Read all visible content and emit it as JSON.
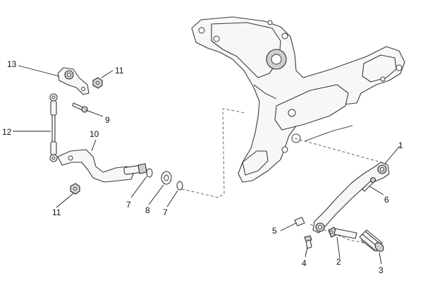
{
  "diagram": {
    "callouts": [
      {
        "id": "c1",
        "number": "1"
      },
      {
        "id": "c2",
        "number": "2"
      },
      {
        "id": "c3",
        "number": "3"
      },
      {
        "id": "c4",
        "number": "4"
      },
      {
        "id": "c5",
        "number": "5"
      },
      {
        "id": "c6",
        "number": "6"
      },
      {
        "id": "c7a",
        "number": "7"
      },
      {
        "id": "c7b",
        "number": "7"
      },
      {
        "id": "c8",
        "number": "8"
      },
      {
        "id": "c9",
        "number": "9"
      },
      {
        "id": "c10",
        "number": "10"
      },
      {
        "id": "c11a",
        "number": "11"
      },
      {
        "id": "c11b",
        "number": "11"
      },
      {
        "id": "c12",
        "number": "12"
      },
      {
        "id": "c13",
        "number": "13"
      }
    ]
  }
}
